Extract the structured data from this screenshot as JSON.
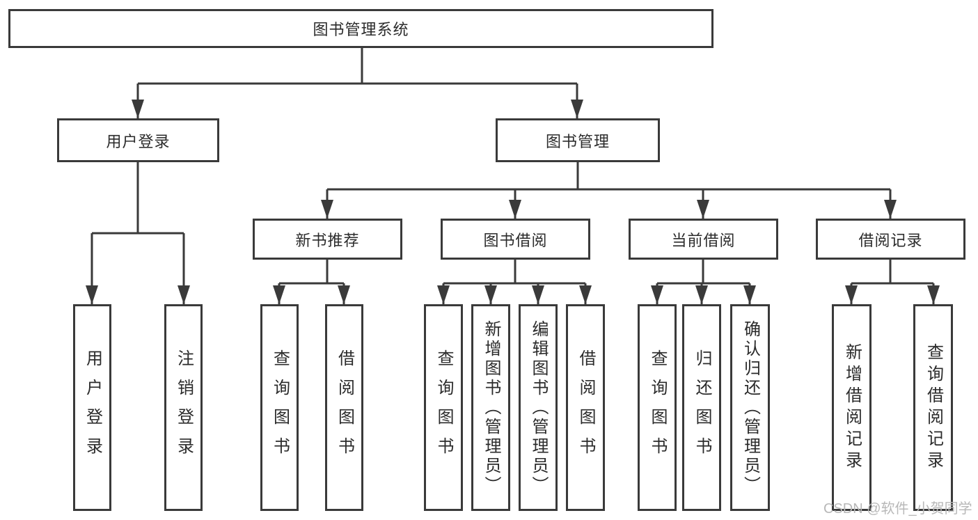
{
  "colors": {
    "line": "#3a3a3a",
    "text": "#2b2b2b",
    "background": "#ffffff",
    "watermark": "#b8b8b8"
  },
  "nodes": {
    "root": {
      "label": "图书管理系统"
    },
    "level2": [
      {
        "id": "user-login",
        "label": "用户登录"
      },
      {
        "id": "book-management",
        "label": "图书管理"
      }
    ],
    "level3": [
      {
        "id": "new-book-recommend",
        "label": "新书推荐",
        "parent": "图书管理"
      },
      {
        "id": "book-borrow",
        "label": "图书借阅",
        "parent": "图书管理"
      },
      {
        "id": "current-borrow",
        "label": "当前借阅",
        "parent": "图书管理"
      },
      {
        "id": "borrow-records",
        "label": "借阅记录",
        "parent": "图书管理"
      }
    ],
    "leaves": [
      {
        "id": "leaf-user-login",
        "label": "用户登录",
        "parent": "用户登录"
      },
      {
        "id": "leaf-logout",
        "label": "注销登录",
        "parent": "用户登录"
      },
      {
        "id": "leaf-query-books-recommend",
        "label": "查询图书",
        "parent": "新书推荐"
      },
      {
        "id": "leaf-borrow-books-recommend",
        "label": "借阅图书",
        "parent": "新书推荐"
      },
      {
        "id": "leaf-query-books-borrow",
        "label": "查询图书",
        "parent": "图书借阅"
      },
      {
        "id": "leaf-add-book-admin",
        "label": "新增图书（管理员）",
        "parent": "图书借阅"
      },
      {
        "id": "leaf-edit-book-admin",
        "label": "编辑图书（管理员）",
        "parent": "图书借阅"
      },
      {
        "id": "leaf-borrow-books-borrow",
        "label": "借阅图书",
        "parent": "图书借阅"
      },
      {
        "id": "leaf-query-books-current",
        "label": "查询图书",
        "parent": "当前借阅"
      },
      {
        "id": "leaf-return-book",
        "label": "归还图书",
        "parent": "当前借阅"
      },
      {
        "id": "leaf-confirm-return-admin",
        "label": "确认归还（管理员）",
        "parent": "当前借阅"
      },
      {
        "id": "leaf-add-borrow-record",
        "label": "新增借阅记录",
        "parent": "借阅记录"
      },
      {
        "id": "leaf-query-borrow-record",
        "label": "查询借阅记录",
        "parent": "借阅记录"
      }
    ]
  },
  "watermark": "CSDN @软件_小贺同学"
}
